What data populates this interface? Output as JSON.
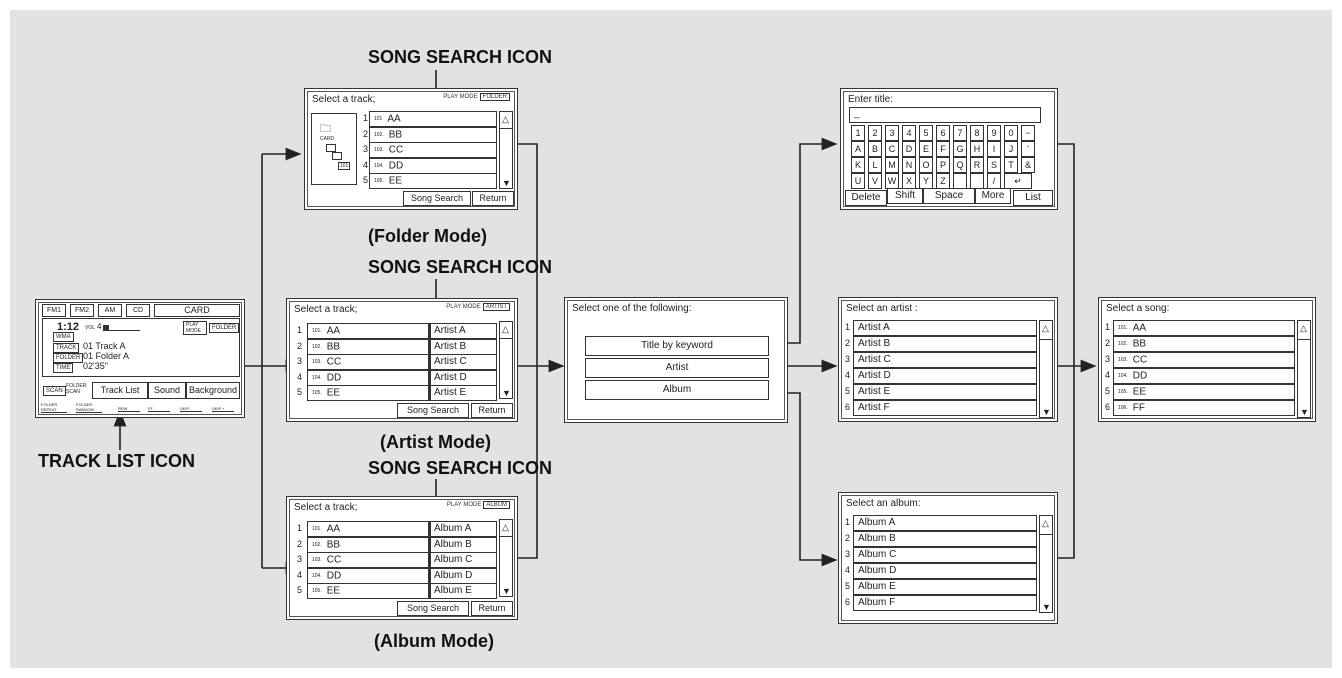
{
  "labels": {
    "song_search_icon_1": "SONG SEARCH ICON",
    "song_search_icon_2": "SONG SEARCH ICON",
    "song_search_icon_3": "SONG SEARCH ICON",
    "folder_mode": "(Folder Mode)",
    "artist_mode": "(Artist Mode)",
    "album_mode": "(Album Mode)",
    "track_list_icon": "TRACK LIST ICON"
  },
  "home": {
    "tabs": [
      "FM1",
      "FM2",
      "AM",
      "CD",
      "CARD"
    ],
    "time": "1:12",
    "vol_label": "VOL",
    "vol_value": "4",
    "badge_wma": "WMA",
    "badge_play_mode": "PLAY MODE",
    "badge_folder": "FOLDER",
    "track_tag": "TRACK",
    "track_value": "01 Track A",
    "folder_tag": "FOLDER",
    "folder_value": "01 Folder A",
    "time_tag": "TIME",
    "time_value": "02'35\"",
    "scan_tag": "SCAN",
    "folder_scan": "FOLDER SCAN",
    "buttons": [
      "Track List",
      "Sound",
      "Background"
    ],
    "bottom": [
      "FOLDER REPEAT",
      "FOLDER RANDOM",
      "REW",
      "FF",
      "SKIP -",
      "SKIP +"
    ]
  },
  "folder_screen": {
    "title": "Select a track;",
    "play_mode_label": "PLAY MODE",
    "play_mode_value": "FOLDER",
    "tree_label": "CARD",
    "tree_badge": "101",
    "rows": [
      {
        "num": "1",
        "sub": "101",
        "name": "AA"
      },
      {
        "num": "2",
        "sub": "102.",
        "name": "BB"
      },
      {
        "num": "3",
        "sub": "103.",
        "name": "CC"
      },
      {
        "num": "4",
        "sub": "104.",
        "name": "DD"
      },
      {
        "num": "5",
        "sub": "105.",
        "name": "EE"
      }
    ],
    "song_search": "Song Search",
    "return": "Return"
  },
  "artist_screen": {
    "title": "Select a track;",
    "play_mode_label": "PLAY MODE",
    "play_mode_value": "ARTIST",
    "rows": [
      {
        "num": "1",
        "sub": "101.",
        "name": "AA",
        "right": "Artist A"
      },
      {
        "num": "2",
        "sub": "102.",
        "name": "BB",
        "right": "Artist B"
      },
      {
        "num": "3",
        "sub": "103.",
        "name": "CC",
        "right": "Artist C"
      },
      {
        "num": "4",
        "sub": "104.",
        "name": "DD",
        "right": "Artist D"
      },
      {
        "num": "5",
        "sub": "105.",
        "name": "EE",
        "right": "Artist E"
      }
    ],
    "song_search": "Song Search",
    "return": "Return"
  },
  "album_screen": {
    "title": "Select a track;",
    "play_mode_label": "PLAY MODE",
    "play_mode_value": "ALBUM",
    "rows": [
      {
        "num": "1",
        "sub": "101.",
        "name": "AA",
        "right": "Album A"
      },
      {
        "num": "2",
        "sub": "102.",
        "name": "BB",
        "right": "Album B"
      },
      {
        "num": "3",
        "sub": "103.",
        "name": "CC",
        "right": "Album C"
      },
      {
        "num": "4",
        "sub": "104.",
        "name": "DD",
        "right": "Album D"
      },
      {
        "num": "5",
        "sub": "105.",
        "name": "EE",
        "right": "Album E"
      }
    ],
    "song_search": "Song Search",
    "return": "Return"
  },
  "select_screen": {
    "title": "Select one of the following:",
    "options": [
      "Title by keyword",
      "Artist",
      "Album"
    ]
  },
  "keyboard_screen": {
    "title": "Enter title:",
    "cursor": "_",
    "rows": [
      [
        "1",
        "2",
        "3",
        "4",
        "5",
        "6",
        "7",
        "8",
        "9",
        "0",
        "−"
      ],
      [
        "A",
        "B",
        "C",
        "D",
        "E",
        "F",
        "G",
        "H",
        "I",
        "J",
        "'"
      ],
      [
        "K",
        "L",
        "M",
        "N",
        "O",
        "P",
        "Q",
        "R",
        "S",
        "T",
        "&"
      ],
      [
        "U",
        "V",
        "W",
        "X",
        "Y",
        "Z",
        "",
        "",
        "/",
        "↵"
      ]
    ],
    "buttons": [
      "Delete",
      "Shift",
      "Space",
      "More",
      "List"
    ]
  },
  "artist_list_screen": {
    "title": "Select an artist :",
    "rows": [
      "Artist A",
      "Artist B",
      "Artist C",
      "Artist D",
      "Artist E",
      "Artist F"
    ]
  },
  "album_list_screen": {
    "title": "Select an album:",
    "rows": [
      "Album A",
      "Album B",
      "Album C",
      "Album D",
      "Album E",
      "Album F"
    ]
  },
  "song_screen": {
    "title": "Select a song:",
    "rows": [
      {
        "num": "1",
        "sub": "101.",
        "name": "AA"
      },
      {
        "num": "2",
        "sub": "102.",
        "name": "BB"
      },
      {
        "num": "3",
        "sub": "103.",
        "name": "CC"
      },
      {
        "num": "4",
        "sub": "104.",
        "name": "DD"
      },
      {
        "num": "5",
        "sub": "105.",
        "name": "EE"
      },
      {
        "num": "6",
        "sub": "106.",
        "name": "FF"
      }
    ]
  },
  "icons": {
    "arrow": "arrow-icon",
    "scroll_up": "triangle-up-icon",
    "scroll_down": "triangle-down-icon",
    "folder": "folder-icon",
    "return_key": "enter-icon"
  }
}
